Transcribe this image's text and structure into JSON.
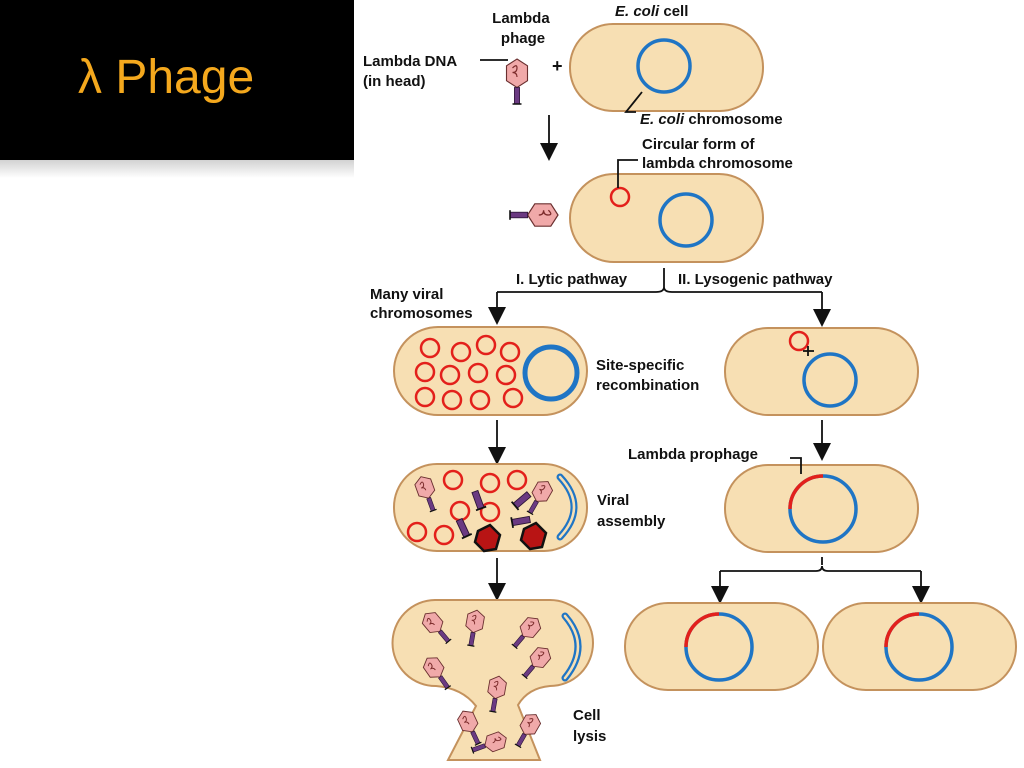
{
  "slide": {
    "title": "λ Phage",
    "title_color": "#f4a81d",
    "background": "#000000"
  },
  "labels": {
    "lambda_phage": [
      "Lambda",
      "phage"
    ],
    "lambda_dna": [
      "Lambda DNA",
      "(in head)"
    ],
    "plus": "+",
    "ecoli_cell_italic": "E. coli",
    "ecoli_cell_suffix": " cell",
    "ecoli_chrom_italic": "E. coli",
    "ecoli_chrom_suffix": " chromosome",
    "circular_form": [
      "Circular form of",
      "lambda chromosome"
    ],
    "lytic_pathway": "I. Lytic pathway",
    "lysogenic_pathway": "II. Lysogenic pathway",
    "many_viral": [
      "Many viral",
      "chromosomes"
    ],
    "site_specific": [
      "Site-specific",
      "recombination"
    ],
    "lambda_prophage": "Lambda prophage",
    "viral_assembly": [
      "Viral",
      "assembly"
    ],
    "cell_lysis": [
      "Cell",
      "lysis"
    ]
  },
  "colors": {
    "cell_fill": "#f7dfb3",
    "cell_outline": "#c4925d",
    "host_chromosome": "#1f75c5",
    "lambda_dna": "#e3201b",
    "phage_head": "#f0a9a9",
    "phage_tail": "#6b3a82",
    "capsid": "#b81414"
  }
}
